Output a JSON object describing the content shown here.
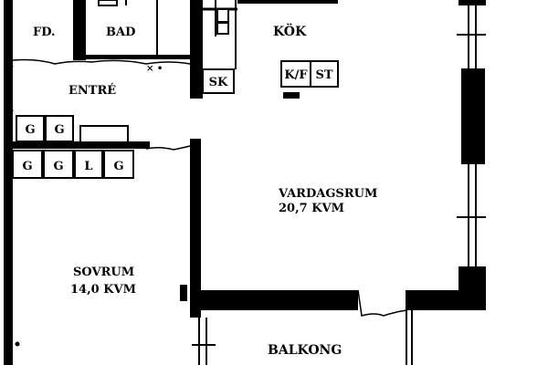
{
  "rooms": {
    "fd": "FD.",
    "bad": "BAD",
    "kok": "KÖK",
    "entre": "ENTRÉ",
    "vardagsrum": "VARDAGSRUM",
    "vardagsrum_area": "20,7 KVM",
    "sovrum": "SOVRUM",
    "sovrum_area": "14,0 KVM",
    "balkong": "BALKONG"
  },
  "fixtures": {
    "sk": "SK",
    "kf": "K/F",
    "st": "ST",
    "wardrobes_upper": [
      "G",
      "G"
    ],
    "wardrobes_lower": [
      "G",
      "G",
      "L",
      "G"
    ]
  },
  "colors": {
    "wall": "#000000",
    "background": "#ffffff"
  }
}
